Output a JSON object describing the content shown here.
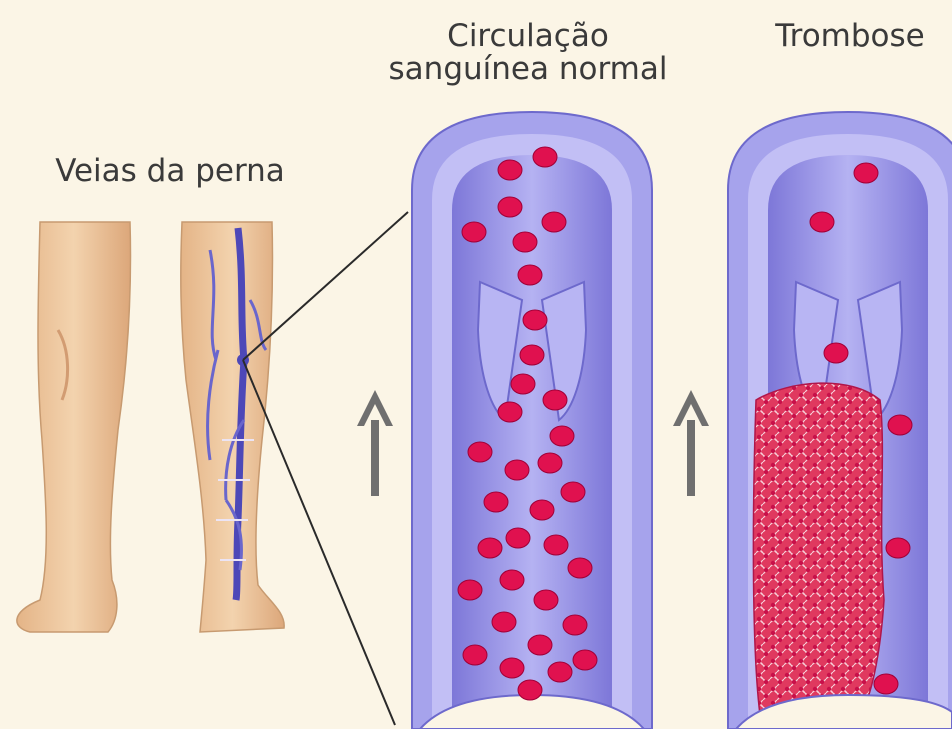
{
  "labels": {
    "legs": "Veias da perna",
    "normal_line1": "Circulação",
    "normal_line2": "sanguínea normal",
    "thrombosis": "Trombose"
  },
  "colors": {
    "background": "#fbf5e6",
    "skin": "#eec7a0",
    "vein_wall": "#a6a3ec",
    "vein_lumen": "#8f8ae0",
    "red_cell": "#e0114f",
    "arrow": "#6f6f6f",
    "thrombus": "#e43a68"
  },
  "icons": [
    "up-arrow-icon",
    "up-arrow-icon"
  ]
}
